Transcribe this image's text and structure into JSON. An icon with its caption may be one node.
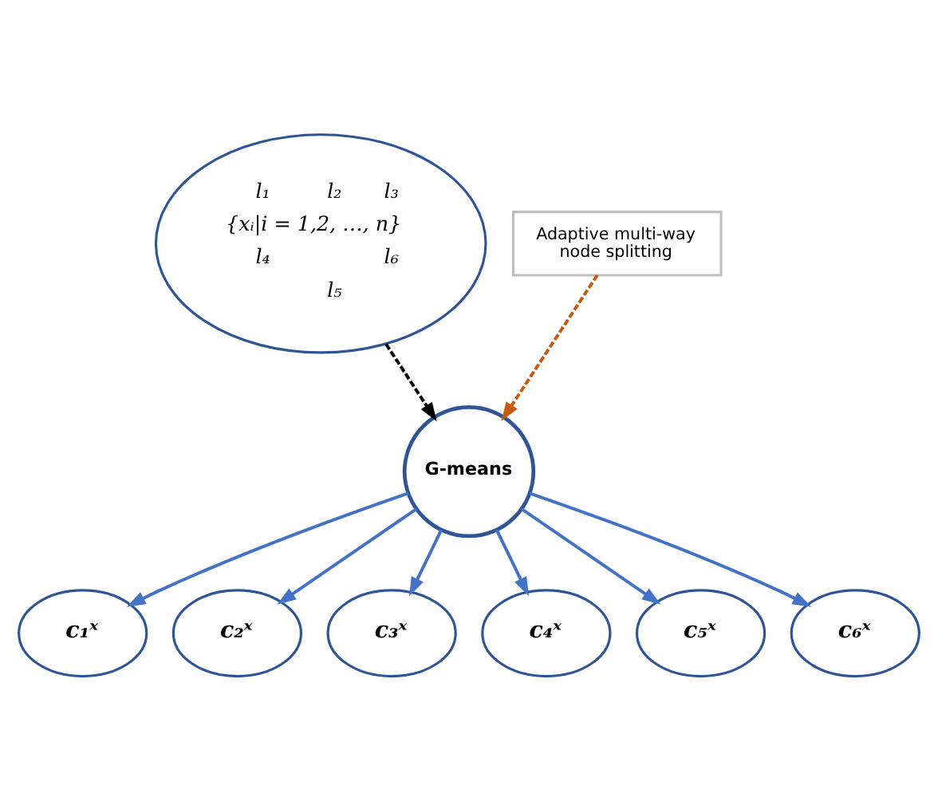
{
  "diagram": {
    "nodes": [
      {
        "text": [
          "l₁",
          "l₂",
          "l₃",
          "{xᵢ|i = 1,2, …, n}",
          "l₄",
          "l₆",
          "l₅"
        ]
      },
      {
        "text": [
          "Adaptive multi-way node splitting"
        ]
      },
      {
        "text": [
          "G-means"
        ]
      },
      {
        "text": [
          "c₁ˣ"
        ]
      },
      {
        "text": [
          "c₂ˣ"
        ]
      },
      {
        "text": [
          "c₃ˣ"
        ]
      },
      {
        "text": [
          "c₄ˣ"
        ]
      },
      {
        "text": [
          "c₅ˣ"
        ]
      },
      {
        "text": [
          "c₆ˣ"
        ]
      }
    ],
    "edges": [
      {
        "from": 0,
        "to": 2,
        "arrow": "to",
        "style": "dashed",
        "color": "#000000"
      },
      {
        "from": 1,
        "to": 2,
        "arrow": "to",
        "style": "dashed",
        "color": "#c55a11"
      },
      {
        "from": 2,
        "to": 3,
        "arrow": "to"
      },
      {
        "from": 2,
        "to": 4,
        "arrow": "to"
      },
      {
        "from": 2,
        "to": 5,
        "arrow": "to"
      },
      {
        "from": 2,
        "to": 6,
        "arrow": "to"
      },
      {
        "from": 2,
        "to": 7,
        "arrow": "to"
      },
      {
        "from": 2,
        "to": 8,
        "arrow": "to"
      }
    ]
  }
}
